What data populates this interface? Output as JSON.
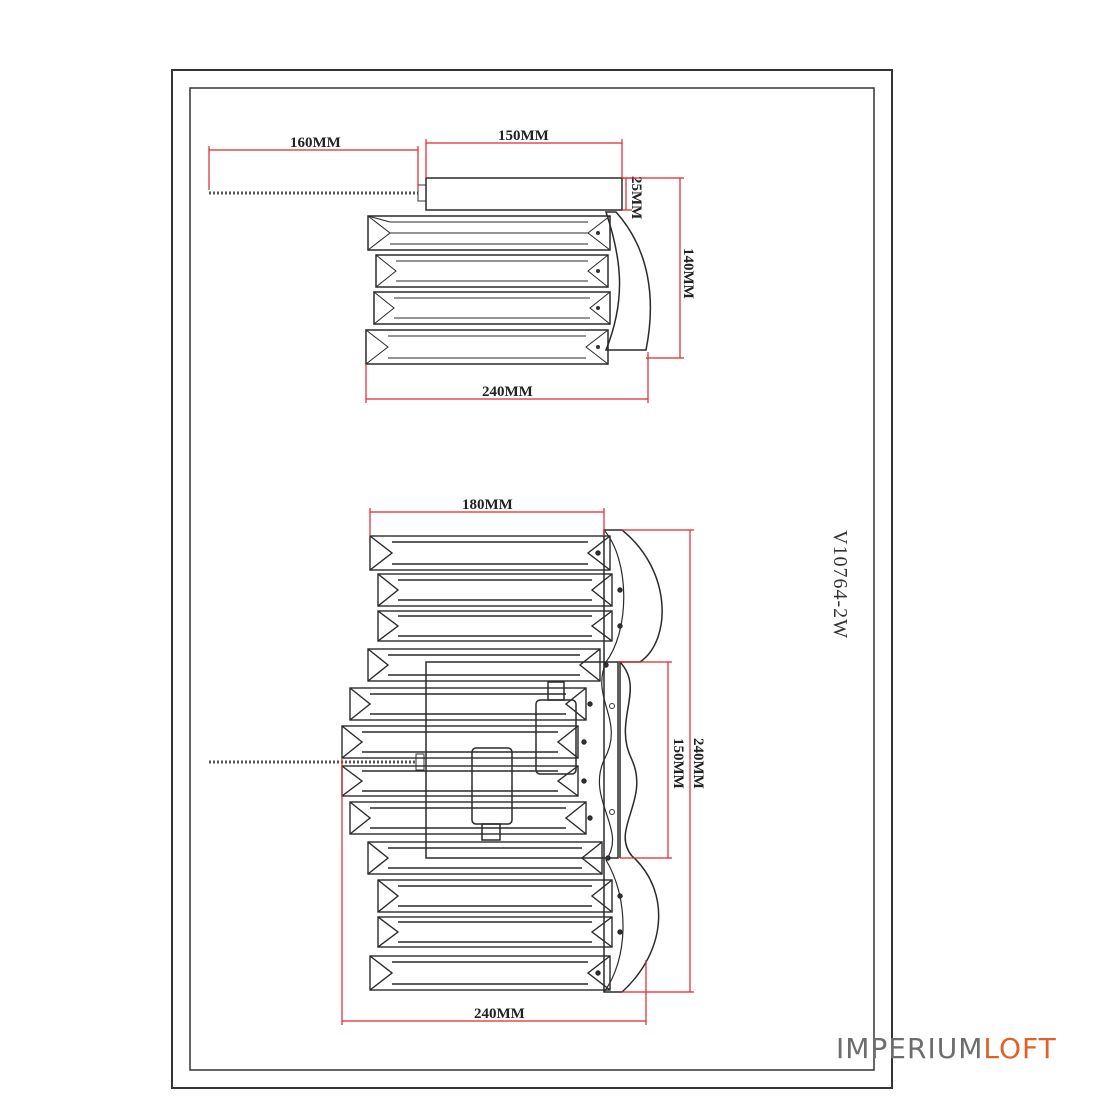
{
  "model_code": "V10764-2W",
  "colors": {
    "dimension": "#e0262f",
    "outline": "#2a2a2a",
    "chain": "#555555",
    "brand_accent": "#e0622a"
  },
  "side_view": {
    "dims": {
      "chain": "160MM",
      "backplate": "150MM",
      "thickness": "25MM",
      "height": "140MM",
      "depth": "240MM"
    }
  },
  "front_view": {
    "dims": {
      "crystal": "180MM",
      "height": "240MM",
      "backplate": "150MM",
      "width": "240MM"
    }
  },
  "brand": {
    "part1": "IMPERIUM",
    "part2": "LOFT"
  }
}
